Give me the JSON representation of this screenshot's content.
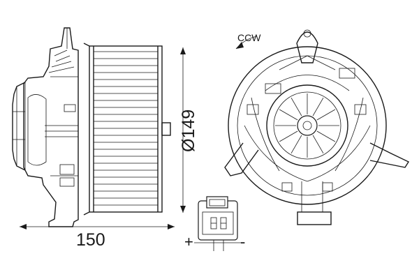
{
  "drawing": {
    "dimensions": {
      "width": "150",
      "diameter": "Ø149"
    },
    "rotation": "CCW",
    "connector": {
      "positive": "+",
      "negative": "-"
    }
  },
  "colors": {
    "line": "#1a1a1a",
    "background": "#ffffff"
  }
}
